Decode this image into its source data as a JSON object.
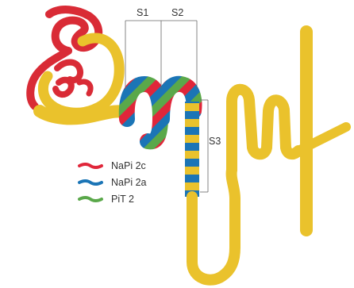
{
  "segments": {
    "s1": "S1",
    "s2": "S2",
    "s3": "S3"
  },
  "legend": [
    {
      "label": "NaPi 2c",
      "color": "#e0263a"
    },
    {
      "label": "NaPi 2a",
      "color": "#1b75b6"
    },
    {
      "label": "PiT 2",
      "color": "#5aa84a"
    }
  ],
  "colors": {
    "tubule": "#eac22c",
    "glomerulus": "#d92b36",
    "napi2c": "#e0263a",
    "napi2a": "#1b75b6",
    "pit2": "#5aa84a",
    "bracket": "#666666"
  }
}
